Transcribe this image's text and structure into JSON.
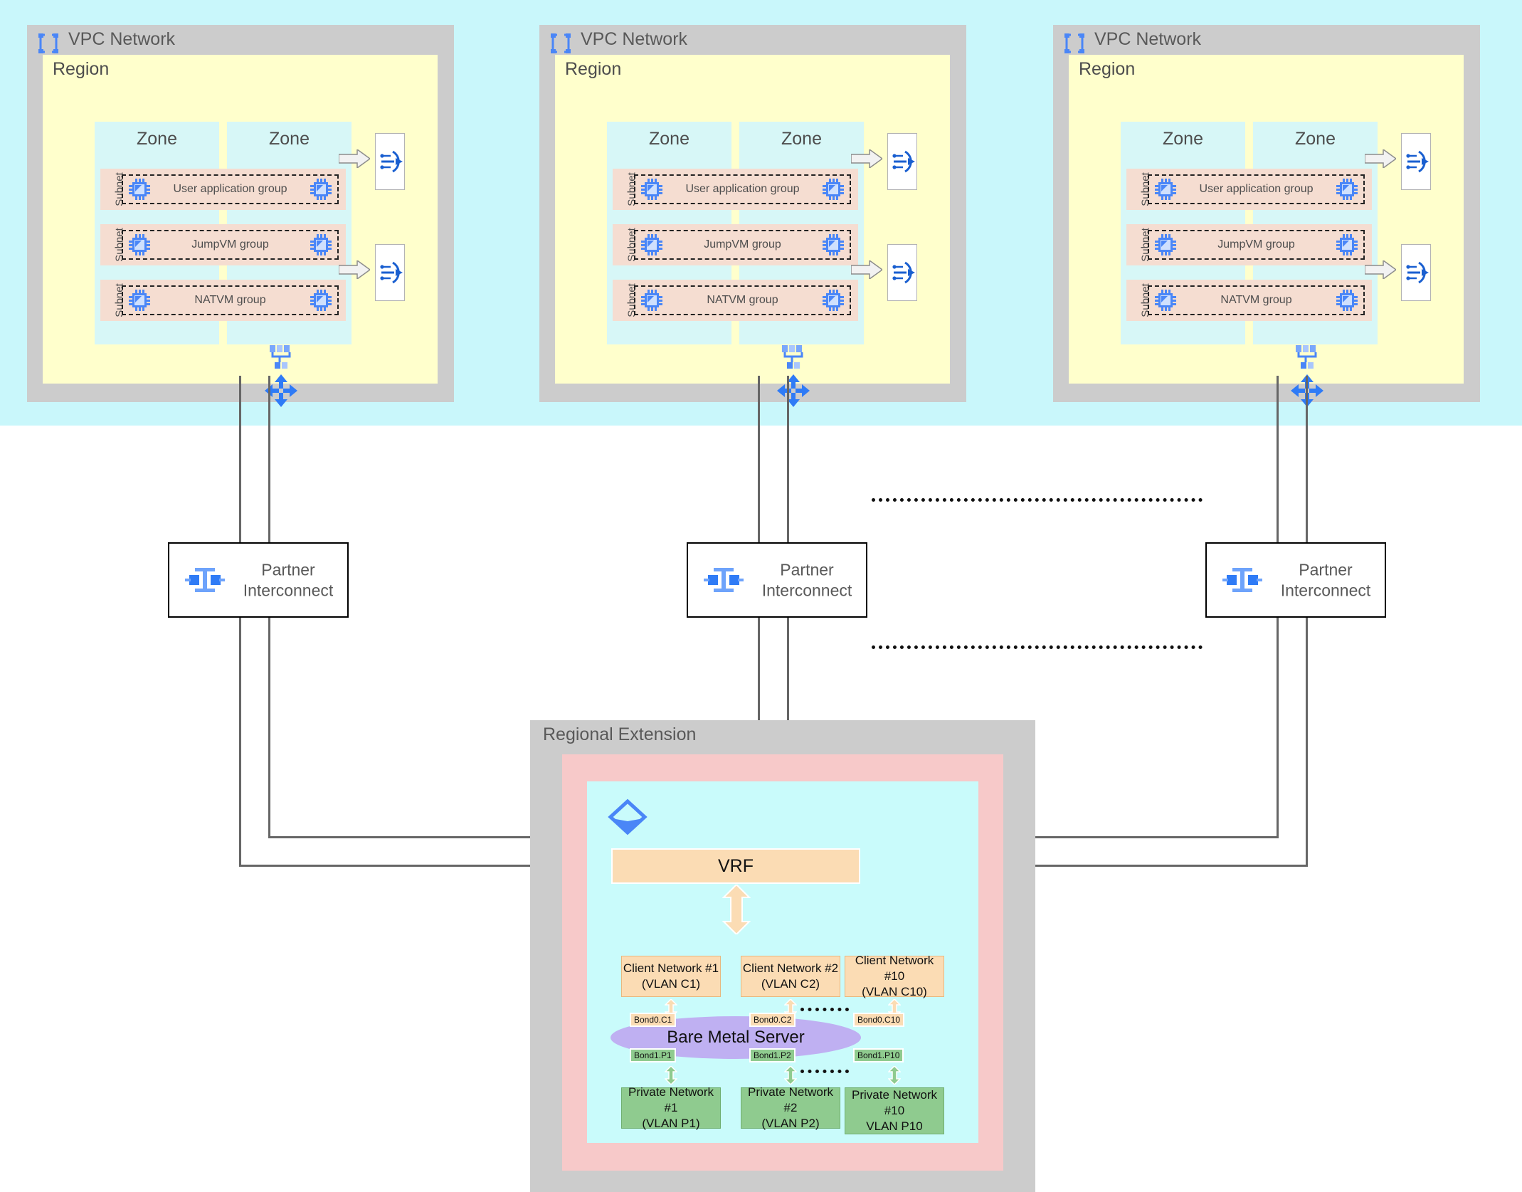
{
  "diagram": {
    "title": "GCP VPC to Bare Metal Regional Extension architecture",
    "colors": {
      "cloud_band": "#c9f7fb",
      "vpc_gray": "#cccccc",
      "region_yellow": "#ffffcc",
      "zone_cyan": "#d7f7f7",
      "subnet_peach": "#f5ddd1",
      "vrf_orange": "#fbdcb4",
      "bms_purple": "#bfb0f2",
      "private_green": "#8fcb8f",
      "extension_pink": "#f7c9c9",
      "extension_cyan": "#c9fbfb",
      "icon_blue": "#4a86f7",
      "line_gray": "#666666"
    }
  },
  "vpcs": [
    {
      "title": "VPC Network",
      "icon": "vpc-network-icon",
      "region_label": "Region",
      "zones": [
        "Zone",
        "Zone"
      ],
      "subnets": [
        {
          "label": "Subnet",
          "group": "User application group",
          "has_gateway": true
        },
        {
          "label": "Subnet",
          "group": "JumpVM group",
          "has_gateway": false
        },
        {
          "label": "Subnet",
          "group": "NATVM group",
          "has_gateway": true
        }
      ]
    },
    {
      "title": "VPC Network",
      "icon": "vpc-network-icon",
      "region_label": "Region",
      "zones": [
        "Zone",
        "Zone"
      ],
      "subnets": [
        {
          "label": "Subnet",
          "group": "User application group",
          "has_gateway": true
        },
        {
          "label": "Subnet",
          "group": "JumpVM group",
          "has_gateway": false
        },
        {
          "label": "Subnet",
          "group": "NATVM group",
          "has_gateway": true
        }
      ]
    },
    {
      "title": "VPC Network",
      "icon": "vpc-network-icon",
      "region_label": "Region",
      "zones": [
        "Zone",
        "Zone"
      ],
      "subnets": [
        {
          "label": "Subnet",
          "group": "User application group",
          "has_gateway": true
        },
        {
          "label": "Subnet",
          "group": "JumpVM group",
          "has_gateway": false
        },
        {
          "label": "Subnet",
          "group": "NATVM group",
          "has_gateway": true
        }
      ]
    }
  ],
  "partner_interconnects": [
    {
      "line1": "Partner",
      "line2": "Interconnect",
      "icon": "partner-interconnect-icon"
    },
    {
      "line1": "Partner",
      "line2": "Interconnect",
      "icon": "partner-interconnect-icon"
    },
    {
      "line1": "Partner",
      "line2": "Interconnect",
      "icon": "partner-interconnect-icon"
    }
  ],
  "regional_extension": {
    "title": "Regional Extension",
    "icon": "layers-stack-icon",
    "vrf": {
      "label": "VRF"
    },
    "bare_metal_server": {
      "label": "Bare Metal Server"
    },
    "client_networks": [
      {
        "line1": "Client Network #1",
        "line2": "(VLAN C1)"
      },
      {
        "line1": "Client Network #2",
        "line2": "(VLAN C2)"
      },
      {
        "line1": "Client Network #10",
        "line2": "(VLAN C10)"
      }
    ],
    "client_bonds": [
      "Bond0.C1",
      "Bond0.C2",
      "Bond0.C10"
    ],
    "private_bonds": [
      "Bond1.P1",
      "Bond1.P2",
      "Bond1.P10"
    ],
    "private_networks": [
      {
        "line1": "Private Network #1",
        "line2": "(VLAN P1)",
        "line3": ""
      },
      {
        "line1": "Private Network #2",
        "line2": "(VLAN P2)",
        "line3": ""
      },
      {
        "line1": "Private Network",
        "line2": "#10",
        "line3": "VLAN P10"
      }
    ]
  }
}
